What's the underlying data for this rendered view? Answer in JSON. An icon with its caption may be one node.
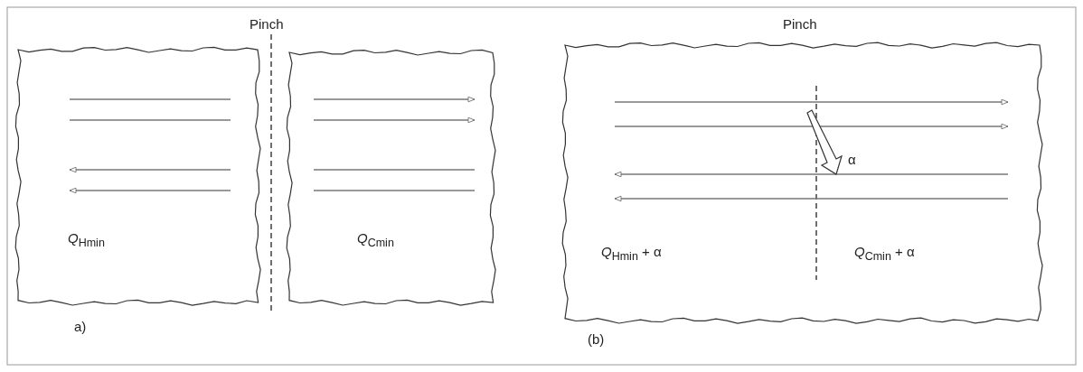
{
  "diagram": {
    "nodes": [
      {
        "text": [
          "*Q*$_{Hmin}$"
        ]
      },
      {
        "text": [
          "*Q*$_{Cmin}$"
        ]
      },
      {
        "text": [
          "*Q*$_{Hmin}$ + α",
          "*Q*$_{Cmin}$ + α"
        ]
      }
    ],
    "labels": [
      "Pinch",
      "Pinch",
      "α",
      "a)",
      "(b)"
    ]
  }
}
